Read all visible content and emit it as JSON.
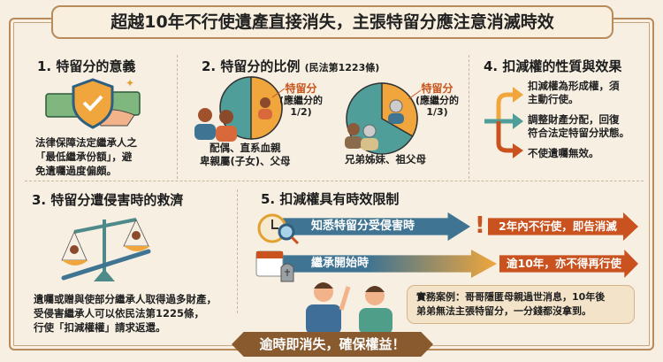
{
  "title": "超越10年不行使遺產直接消失，主張特留分應注意消滅時效",
  "s1": {
    "heading": "1. 特留分的意義",
    "lines": [
      "法律保障法定繼承人之",
      "「最低繼承份額」，避",
      "免遺囑過度偏頗。"
    ]
  },
  "s2": {
    "heading": "2. 特留分的比例",
    "law": "(民法第1223條)",
    "pie1": {
      "label": "特留分",
      "sub": "(應繼分的",
      "frac": "1/2)",
      "share": 0.5,
      "caption1": "配偶、直系血親",
      "caption2": "卑親屬(子女)、父母"
    },
    "pie2": {
      "label": "特留分",
      "sub": "(應繼分的",
      "frac": "1/3)",
      "share": 0.333,
      "caption1": "兄弟姊妹、祖父母"
    }
  },
  "s3": {
    "heading": "3. 特留分遭侵害時的救濟",
    "lines": [
      "遺囑或贈與使部分繼承人取得過多財產，",
      "受侵害繼承人可以依民法第1225條，",
      "行使「扣減權權」請求返還。"
    ]
  },
  "s4": {
    "heading": "4. 扣減權的性質與效果",
    "items": [
      [
        "扣減權為形成權，須",
        "主動行使。"
      ],
      [
        "調整財產分配，回復",
        "符合法定特留分狀態。"
      ],
      [
        "不使遺囑無效。"
      ]
    ]
  },
  "s5": {
    "heading": "5. 扣減權具有時效限制",
    "row1": {
      "cond": "知悉特留分受侵害時",
      "result": "2年內不行使，即告消滅"
    },
    "row2": {
      "cond": "繼承開始時",
      "result": "逾10年，亦不得再行使"
    },
    "case": [
      "實務案例：哥哥隱匿母親過世消息，10年後",
      "弟弟無法主張特留分，一分錢都沒拿到。"
    ]
  },
  "banner": "逾時即消失，確保權益！",
  "colors": {
    "teal": "#4f9e9a",
    "orange": "#f0a63c",
    "blue": "#3f7492",
    "red": "#c9521f",
    "brown": "#8a5a2f"
  }
}
